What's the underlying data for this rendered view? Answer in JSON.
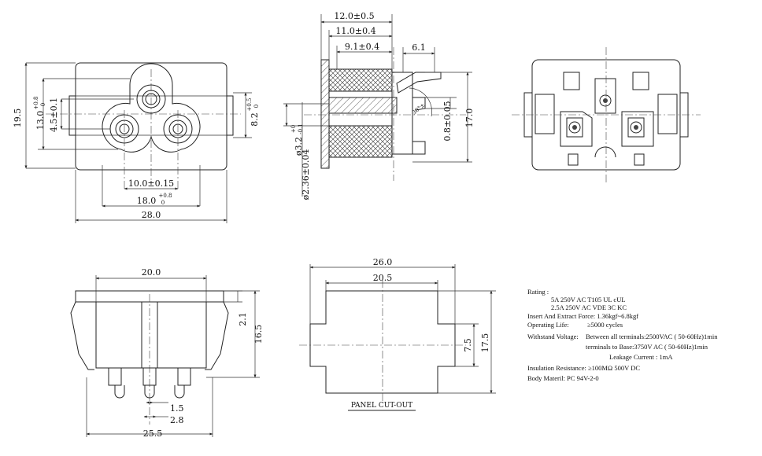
{
  "front": {
    "d_19_5": "19.5",
    "d_13": "13.0",
    "d_13_tol": [
      "+0.8",
      "0"
    ],
    "d_4_5": "4.5±0.1",
    "d_8_2": "8.2",
    "d_8_2_tol": [
      "+0.5",
      "0"
    ],
    "d_10": "10.0±0.15",
    "d_18": "18.0",
    "d_18_tol": [
      "+0.8",
      "0"
    ],
    "d_28": "28.0"
  },
  "side": {
    "d_12": "12.0±0.5",
    "d_11": "11.0±0.4",
    "d_9_1": "9.1±0.4",
    "d_6_1": "6.1",
    "d_angle": "30°±",
    "d_0_8": "0.8±0.05",
    "d_17": "17.0",
    "d_3_2": "ø3.2",
    "d_3_2_tol": [
      "+0",
      "-0.1"
    ],
    "d_2_36": "ø2.36±0.04"
  },
  "bottom": {
    "d_20": "20.0",
    "d_2_1": "2.1",
    "d_16_5": "16.5",
    "d_1_5": "1.5",
    "d_2_8": "2.8",
    "d_25_5": "25.5"
  },
  "cutout": {
    "d_26": "26.0",
    "d_20_5": "20.5",
    "d_7_5": "7.5",
    "d_17_5": "17.5",
    "caption": "PANEL CUT-OUT"
  },
  "specs": {
    "rating_label": "Rating :",
    "rating_line1": "5A 250V AC   T105    UL    cUL",
    "rating_line2": "2.5A 250V AC   VDE   3C    KC",
    "force": "Insert And Extract Force:  1.36kgf~6.8kgf",
    "life_label": "Operating Life:",
    "life_value": "≥5000  cycles",
    "withstand_label": "Withstand Voltage:",
    "withstand_1": "Between all terminals:2500VAC ( 50-60Hz)1min",
    "withstand_2": "terminals to Base:3750V AC ( 50-60Hz)1min",
    "leakage": "Leakage Current :  1mA",
    "insulation": "Insulation Resistance: ≥100MΩ   500V DC",
    "body": "Body Materil:          PC  94V-2-0"
  }
}
